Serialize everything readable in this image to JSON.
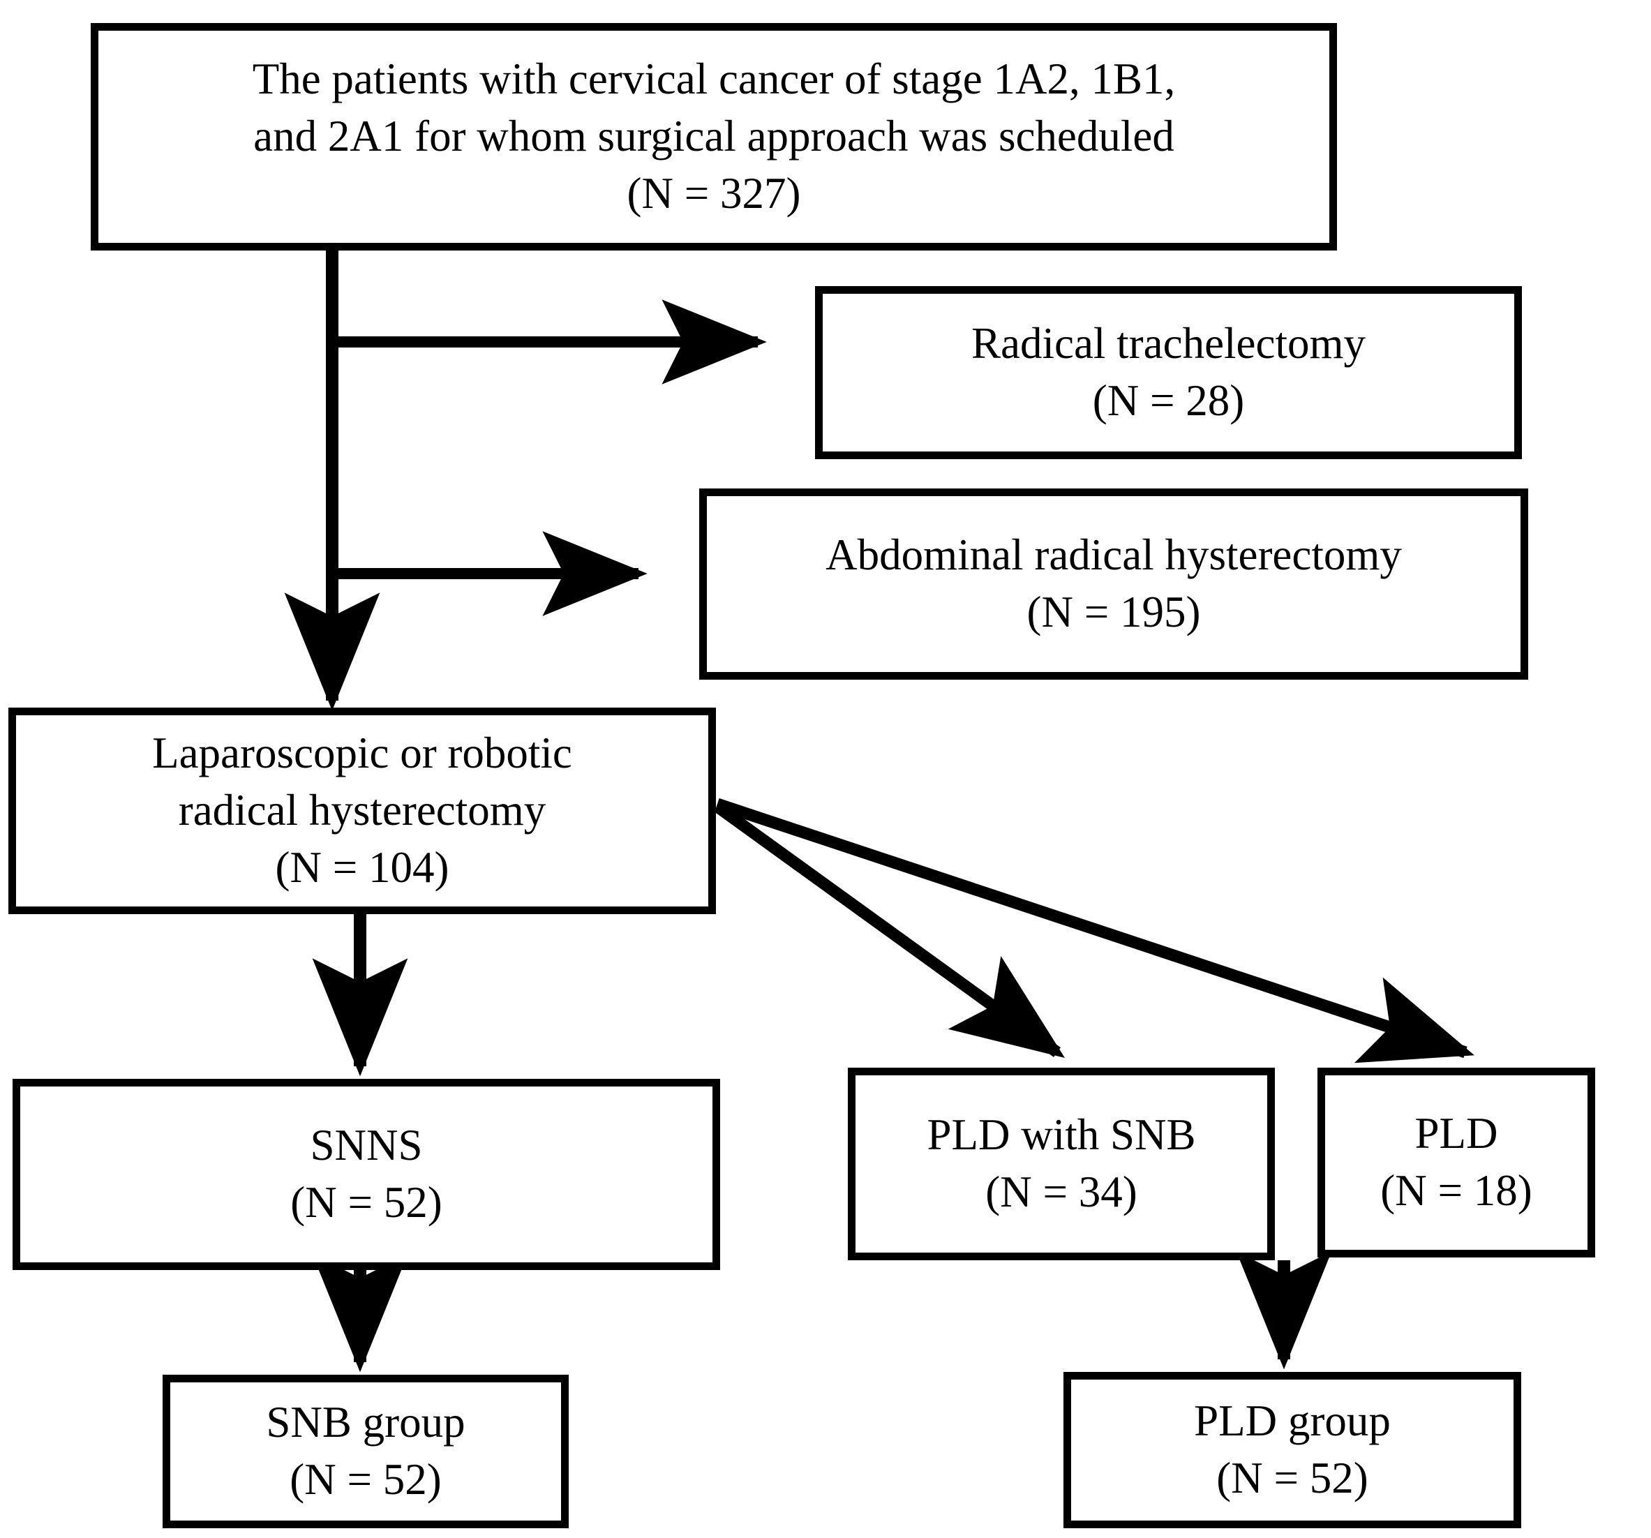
{
  "diagram": {
    "type": "flowchart",
    "title": "Patient enrollment flow diagram",
    "orientation": "top-down",
    "stroke_color": "#000000",
    "fill_color": "#ffffff",
    "nodes": [
      {
        "id": "source",
        "name": "source-cohort",
        "lines": [
          "The patients with cervical cancer of stage 1A2, 1B1,",
          "and 2A1 for whom surgical approach was scheduled",
          "(N = 327)"
        ],
        "n": 327
      },
      {
        "id": "trachelectomy",
        "name": "radical-trachelectomy",
        "lines": [
          "Radical trachelectomy",
          "(N = 28)"
        ],
        "n": 28
      },
      {
        "id": "abdominal",
        "name": "abdominal-radical-hysterectomy",
        "lines": [
          "Abdominal radical hysterectomy",
          "(N = 195)"
        ],
        "n": 195
      },
      {
        "id": "laparoscopic",
        "name": "laparoscopic-or-robotic-radical-hysterectomy",
        "lines": [
          "Laparoscopic or robotic",
          "radical hysterectomy",
          "(N = 104)"
        ],
        "n": 104
      },
      {
        "id": "snns",
        "name": "snns",
        "lines": [
          "SNNS",
          "(N = 52)"
        ],
        "n": 52
      },
      {
        "id": "pld_with_snb",
        "name": "pld-with-snb",
        "lines": [
          "PLD with SNB",
          "(N = 34)"
        ],
        "n": 34
      },
      {
        "id": "pld",
        "name": "pld",
        "lines": [
          "PLD",
          "(N = 18)"
        ],
        "n": 18
      },
      {
        "id": "snb_group",
        "name": "snb-group",
        "lines": [
          "SNB group",
          "(N = 52)"
        ],
        "n": 52
      },
      {
        "id": "pld_group",
        "name": "pld-group",
        "lines": [
          "PLD group",
          "(N = 52)"
        ],
        "n": 52
      }
    ],
    "edges": [
      {
        "from": "source",
        "to": "trachelectomy",
        "style": "orthogonal-right"
      },
      {
        "from": "source",
        "to": "abdominal",
        "style": "orthogonal-right"
      },
      {
        "from": "source",
        "to": "laparoscopic",
        "style": "vertical"
      },
      {
        "from": "laparoscopic",
        "to": "snns",
        "style": "vertical"
      },
      {
        "from": "laparoscopic",
        "to": "pld_with_snb",
        "style": "diagonal"
      },
      {
        "from": "laparoscopic",
        "to": "pld",
        "style": "diagonal"
      },
      {
        "from": "snns",
        "to": "snb_group",
        "style": "vertical"
      },
      {
        "from": "pld_with_snb",
        "to": "pld_group",
        "style": "vertical"
      }
    ]
  }
}
